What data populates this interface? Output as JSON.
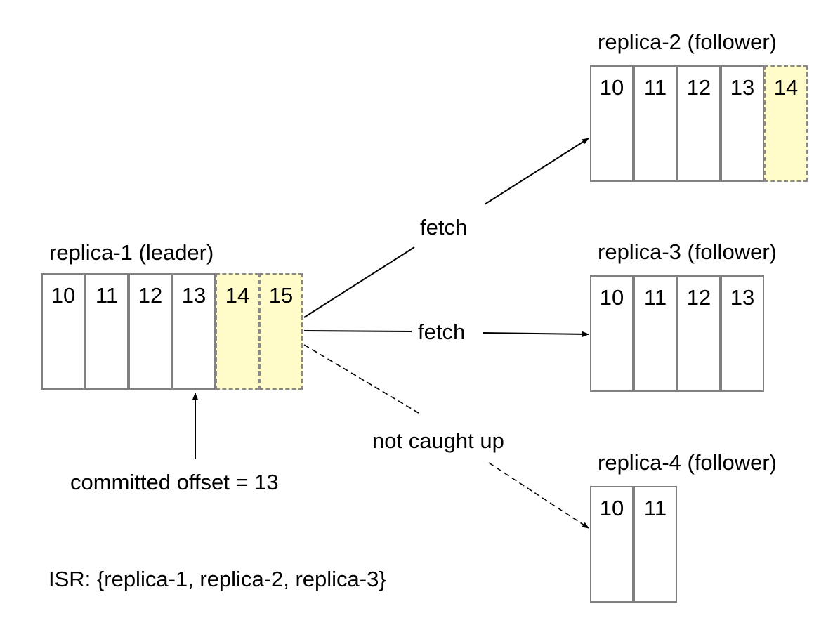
{
  "replicas": [
    {
      "id": "replica-1",
      "title": "replica-1 (leader)",
      "offsets": [
        "10",
        "11",
        "12",
        "13",
        "14",
        "15"
      ],
      "uncommitted": [
        false,
        false,
        false,
        false,
        true,
        true
      ]
    },
    {
      "id": "replica-2",
      "title": "replica-2 (follower)",
      "offsets": [
        "10",
        "11",
        "12",
        "13",
        "14"
      ],
      "uncommitted": [
        false,
        false,
        false,
        false,
        true
      ]
    },
    {
      "id": "replica-3",
      "title": "replica-3 (follower)",
      "offsets": [
        "10",
        "11",
        "12",
        "13"
      ],
      "uncommitted": [
        false,
        false,
        false,
        false
      ]
    },
    {
      "id": "replica-4",
      "title": "replica-4 (follower)",
      "offsets": [
        "10",
        "11"
      ],
      "uncommitted": [
        false,
        false
      ]
    }
  ],
  "edges": {
    "to_replica_2": "fetch",
    "to_replica_3": "fetch",
    "to_replica_4": "not caught up"
  },
  "committed_offset_label": "committed offset = 13",
  "isr_label": "ISR: {replica-1, replica-2, replica-3}",
  "colors": {
    "uncommitted_fill": "#fffcc9",
    "cell_border": "#808080",
    "arrow": "#000000"
  }
}
